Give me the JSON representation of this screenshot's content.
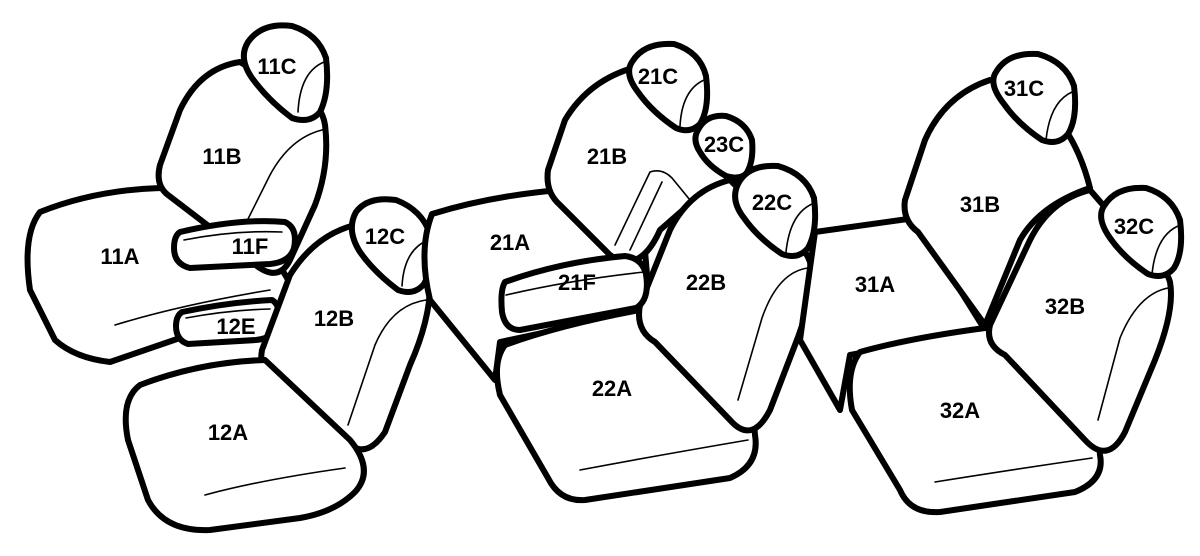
{
  "labels": {
    "11A": "11A",
    "11B": "11B",
    "11C": "11C",
    "11F": "11F",
    "12A": "12A",
    "12B": "12B",
    "12C": "12C",
    "12E": "12E",
    "21A": "21A",
    "21B": "21B",
    "21C": "21C",
    "21F": "21F",
    "22A": "22A",
    "22B": "22B",
    "22C": "22C",
    "23C": "23C",
    "31A": "31A",
    "31B": "31B",
    "31C": "31C",
    "32A": "32A",
    "32B": "32B",
    "32C": "32C"
  },
  "colors": {
    "line": "#000000",
    "fill": "#ffffff"
  }
}
